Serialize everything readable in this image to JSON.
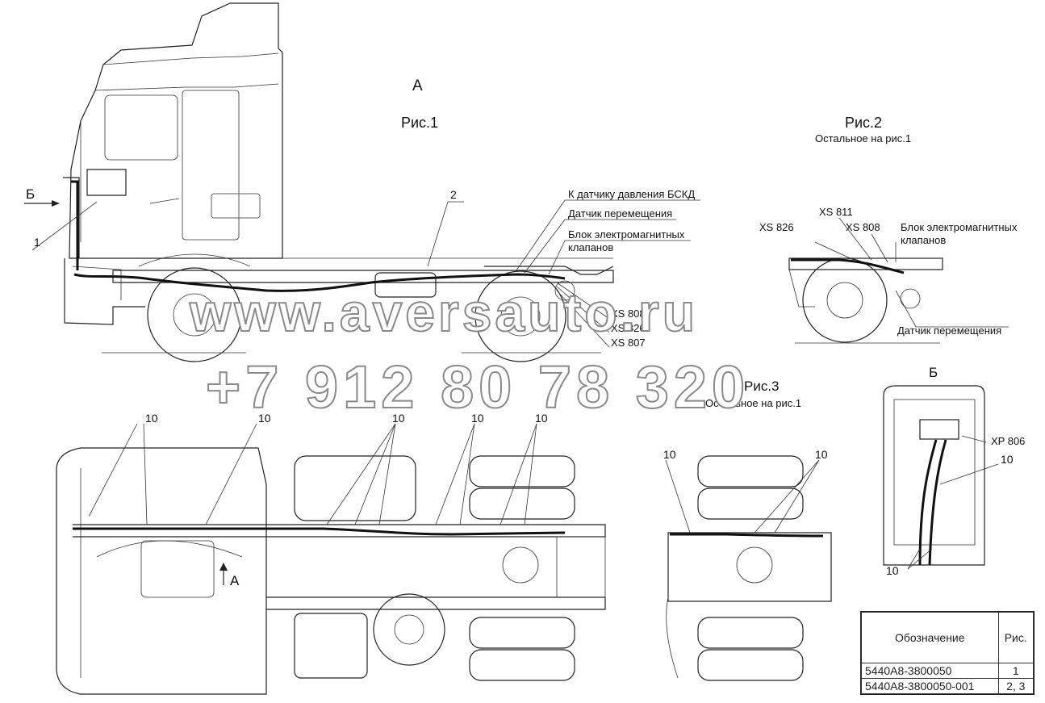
{
  "views": {
    "view_a": "А",
    "view_b_arrow": "Б",
    "view_b_title": "Б",
    "arrow_a": "А"
  },
  "figures": {
    "fig1": "Рис.1",
    "fig2": "Рис.2",
    "fig2_note": "Остальное на рис.1",
    "fig3": "Рис.3",
    "fig3_note": "Остальное на рис.1"
  },
  "callouts_fig1": {
    "pos1": "1",
    "pos2": "2",
    "sensor_pressure": "К датчику давления БСКД",
    "sensor_move": "Датчик перемещения",
    "valve_block_1": "Блок электромагнитных",
    "valve_block_2": "клапанов",
    "xs808": "XS 808",
    "xs826": "XS 826",
    "xs807": "XS 807"
  },
  "callouts_fig2": {
    "xs811": "XS 811",
    "xs826": "XS 826",
    "xs808": "XS 808",
    "valve_block_1": "Блок электромагнитных",
    "valve_block_2": "клапанов",
    "sensor_move": "Датчик перемещения"
  },
  "callouts_b": {
    "xp806": "XP 806",
    "pos10_a": "10",
    "pos10_b": "10"
  },
  "pos10_labels": [
    "10",
    "10",
    "10",
    "10",
    "10",
    "10",
    "10"
  ],
  "watermark": {
    "site": "www.aversauto.ru",
    "phone": "+7 912 80 78 320"
  },
  "table": {
    "col1_header": "Обозначение",
    "col2_header": "Рис.",
    "rows": [
      {
        "designation": "5440А8-3800050",
        "fig": "1"
      },
      {
        "designation": "5440А8-3800050-001",
        "fig": "2, 3"
      }
    ]
  }
}
